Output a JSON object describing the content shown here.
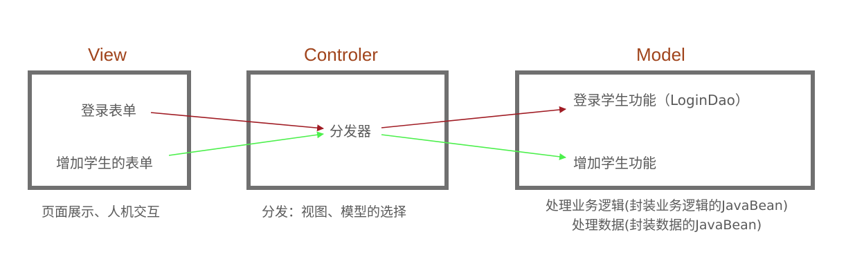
{
  "view": {
    "title": "View",
    "items": [
      "登录表单",
      "增加学生的表单"
    ],
    "caption": "页面展示、人机交互"
  },
  "controller": {
    "title": "Controler",
    "center_label": "分发器",
    "caption": "分发：视图、模型的选择"
  },
  "model": {
    "title": "Model",
    "items": [
      "登录学生功能（LoginDao）",
      "增加学生功能"
    ],
    "caption_lines": [
      "处理业务逻辑(封装业务逻辑的JavaBean)",
      "处理数据(封装数据的JavaBean)"
    ]
  },
  "colors": {
    "title": "#a0441c",
    "box_border": "#707070",
    "text": "#5a5a5a",
    "login_arrow": "#a01c24",
    "add_arrow": "#4cf04c"
  }
}
